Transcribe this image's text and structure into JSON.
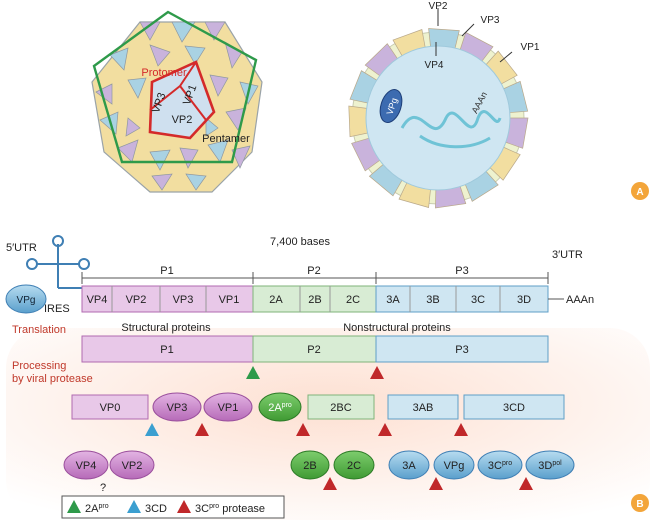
{
  "panel_a": {
    "capsid": {
      "protomer": "Protomer",
      "pentamer": "Pentamer",
      "vp1": "VP1",
      "vp2": "VP2",
      "vp3": "VP3"
    },
    "virion": {
      "vp1": "VP1",
      "vp2": "VP2",
      "vp3": "VP3",
      "vp4": "VP4",
      "vpg": "VPg",
      "polya": "AAAn"
    },
    "badge": "A"
  },
  "panel_b": {
    "badge": "B",
    "genome": {
      "utr5": "5′UTR",
      "utr3": "3′UTR",
      "length": "7,400 bases",
      "ires": "IRES",
      "vpg": "VPg",
      "polya": "AAAn",
      "regions": [
        "P1",
        "P2",
        "P3"
      ],
      "segments": [
        "VP4",
        "VP2",
        "VP3",
        "VP1",
        "2A",
        "2B",
        "2C",
        "3A",
        "3B",
        "3C",
        "3D"
      ]
    },
    "labels": {
      "translation": "Translation",
      "structural": "Structural proteins",
      "nonstructural": "Nonstructural proteins",
      "processing_1": "Processing",
      "processing_2": "by viral protease"
    },
    "polyprotein": [
      "P1",
      "P2",
      "P3"
    ],
    "intermediates": {
      "vp0": "VP0",
      "vp3": "VP3",
      "vp1": "VP1",
      "2a": "2A",
      "2bc": "2BC",
      "3ab": "3AB",
      "3cd": "3CD"
    },
    "products": {
      "vp4": "VP4",
      "vp2": "VP2",
      "question": "?",
      "2b": "2B",
      "2c": "2C",
      "3a": "3A",
      "vpg": "VPg",
      "3c": "3C",
      "3d": "3D"
    },
    "superscripts": {
      "pro": "pro",
      "pol": "pol"
    },
    "legend": {
      "a": "2A",
      "b": "3CD",
      "c": "3C",
      "c_suffix": " protease"
    }
  },
  "colors": {
    "p1": "#e8c8e8",
    "p1_stroke": "#b06ab0",
    "p2": "#d8ecd4",
    "p2_stroke": "#7fb37a",
    "p3": "#cfe6f2",
    "p3_stroke": "#5f9fc7",
    "green_triangle": "#2e9a4a",
    "blue_triangle": "#3b9fd0",
    "red_triangle": "#c0282a",
    "badge": "#f3a53a",
    "pink_bg": "#fbe6da",
    "capsid_yellow": "#f2dea0",
    "capsid_purple": "#c9b3dc",
    "capsid_blue": "#a9d2e3",
    "protomer": "#d42a2a",
    "pentamer": "#2e9a4a",
    "lipid": "#eef2cf",
    "rna": "#6fc3d6"
  }
}
